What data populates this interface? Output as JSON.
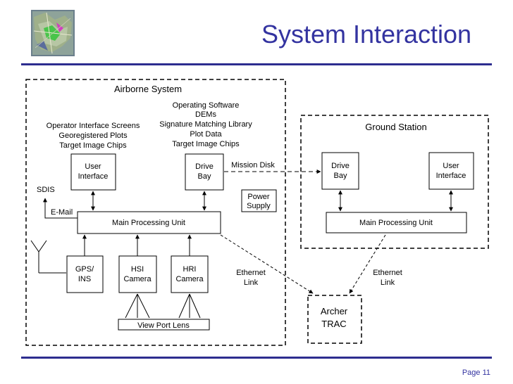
{
  "slide": {
    "title": "System Interaction",
    "page_label": "Page 11"
  },
  "colors": {
    "title_blue": "#3333a0",
    "rule_blue": "#2d2d8f"
  },
  "airborne": {
    "label": "Airborne System",
    "operator_lines": [
      "Operator Interface Screens",
      "Georegistered Plots",
      "Target Image Chips"
    ],
    "software_lines": [
      "Operating Software",
      "DEMs",
      "Signature Matching Library",
      "Plot Data",
      "Target Image Chips"
    ],
    "user_interface": [
      "User",
      "Interface"
    ],
    "drive_bay": [
      "Drive",
      "Bay"
    ],
    "power_supply": [
      "Power",
      "Supply"
    ],
    "sdis": "SDIS",
    "email": "E-Mail",
    "mpu": "Main Processing Unit",
    "gps": [
      "GPS/",
      "INS"
    ],
    "hsi": [
      "HSI",
      "Camera"
    ],
    "hri": [
      "HRI",
      "Camera"
    ],
    "viewport": "View Port Lens",
    "ethernet": [
      "Ethernet",
      "Link"
    ]
  },
  "mission_disk": "Mission Disk",
  "ground": {
    "label": "Ground Station",
    "drive_bay": [
      "Drive",
      "Bay"
    ],
    "user_interface": [
      "User",
      "Interface"
    ],
    "mpu": "Main Processing Unit",
    "ethernet": [
      "Ethernet",
      "Link"
    ]
  },
  "archer": [
    "Archer",
    "TRAC"
  ]
}
